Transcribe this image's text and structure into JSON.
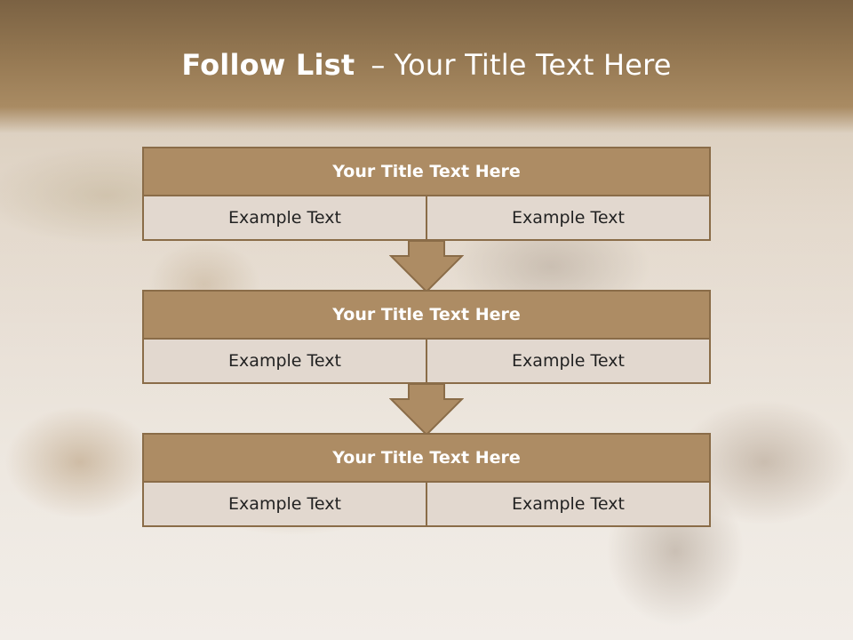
{
  "slide": {
    "title_bold": "Follow List",
    "title_separator": "–",
    "title_rest": "Your Title Text Here"
  },
  "blocks": [
    {
      "title": "Your Title Text Here",
      "left_text": "Example Text",
      "right_text": "Example Text"
    },
    {
      "title": "Your Title Text Here",
      "left_text": "Example Text",
      "right_text": "Example Text"
    },
    {
      "title": "Your Title Text Here",
      "left_text": "Example Text",
      "right_text": "Example Text"
    }
  ],
  "colors": {
    "header_band": "#967953",
    "block_title_fill": "#ad8c64",
    "block_border": "#8a6c48",
    "cell_fill": "#e2d8cf",
    "arrow_fill": "#ad8c64"
  }
}
